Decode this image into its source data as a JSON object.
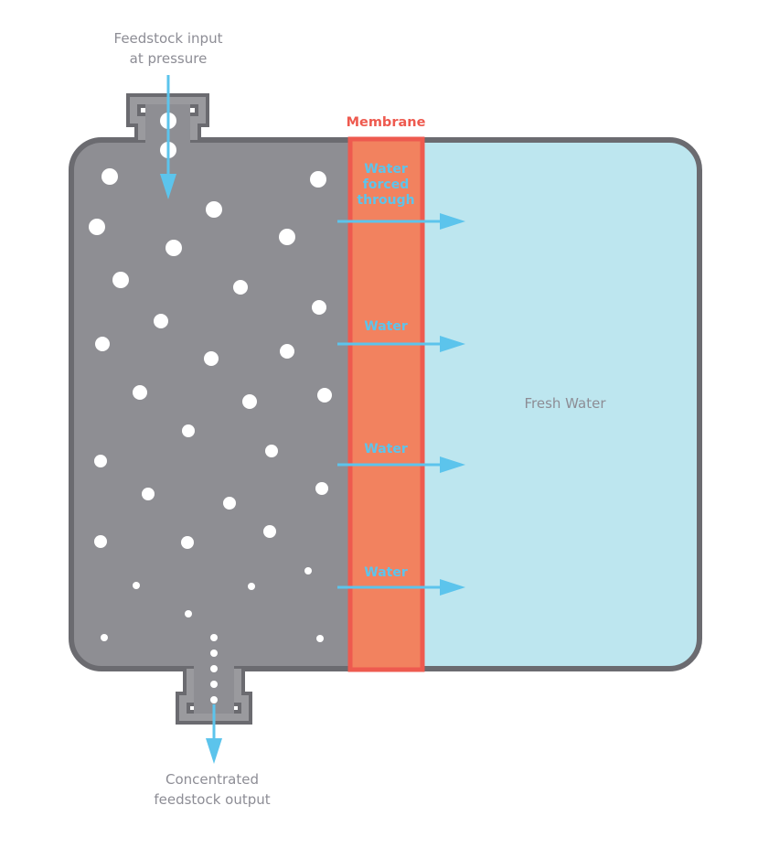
{
  "labels": {
    "input_line1": "Feedstock input",
    "input_line2": "at pressure",
    "output_line1": "Concentrated",
    "output_line2": "feedstock output",
    "membrane": "Membrane",
    "fresh_water": "Fresh Water"
  },
  "flows": [
    {
      "line1": "Water",
      "line2": "forced",
      "line3": "through"
    },
    {
      "line1": "Water"
    },
    {
      "line1": "Water"
    },
    {
      "line1": "Water"
    }
  ],
  "colors": {
    "tank_outline": "#6b6b70",
    "feed_chamber": "#8e8e93",
    "pipe_fill": "#9a9a9e",
    "membrane_fill": "#f2825f",
    "membrane_outline": "#ee5a4f",
    "fresh_water": "#bde6ef",
    "arrow": "#5cc4ec",
    "particle": "#ffffff",
    "text": "#8d8d95"
  }
}
